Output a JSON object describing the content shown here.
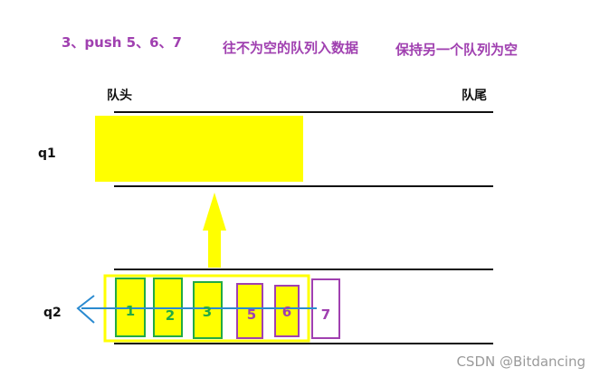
{
  "header": {
    "step": "3、push 5、6、7",
    "note1": "往不为空的队列入数据",
    "note2": "保持另一个队列为空"
  },
  "queue_labels": {
    "head": "队头",
    "tail": "队尾",
    "q1": "q1",
    "q2": "q2"
  },
  "q2_items": [
    {
      "label": "1",
      "style": "filled"
    },
    {
      "label": "2",
      "style": "filled"
    },
    {
      "label": "3",
      "style": "filled"
    },
    {
      "label": "5",
      "style": "filled"
    },
    {
      "label": "6",
      "style": "filled"
    },
    {
      "label": "7",
      "style": "pending"
    }
  ],
  "watermark": "CSDN @Bitdancing",
  "colors": {
    "yellow": "#ffff00",
    "green": "#22aa44",
    "purple": "#a040b0",
    "blue": "#2a8ad0",
    "line": "#111111"
  }
}
